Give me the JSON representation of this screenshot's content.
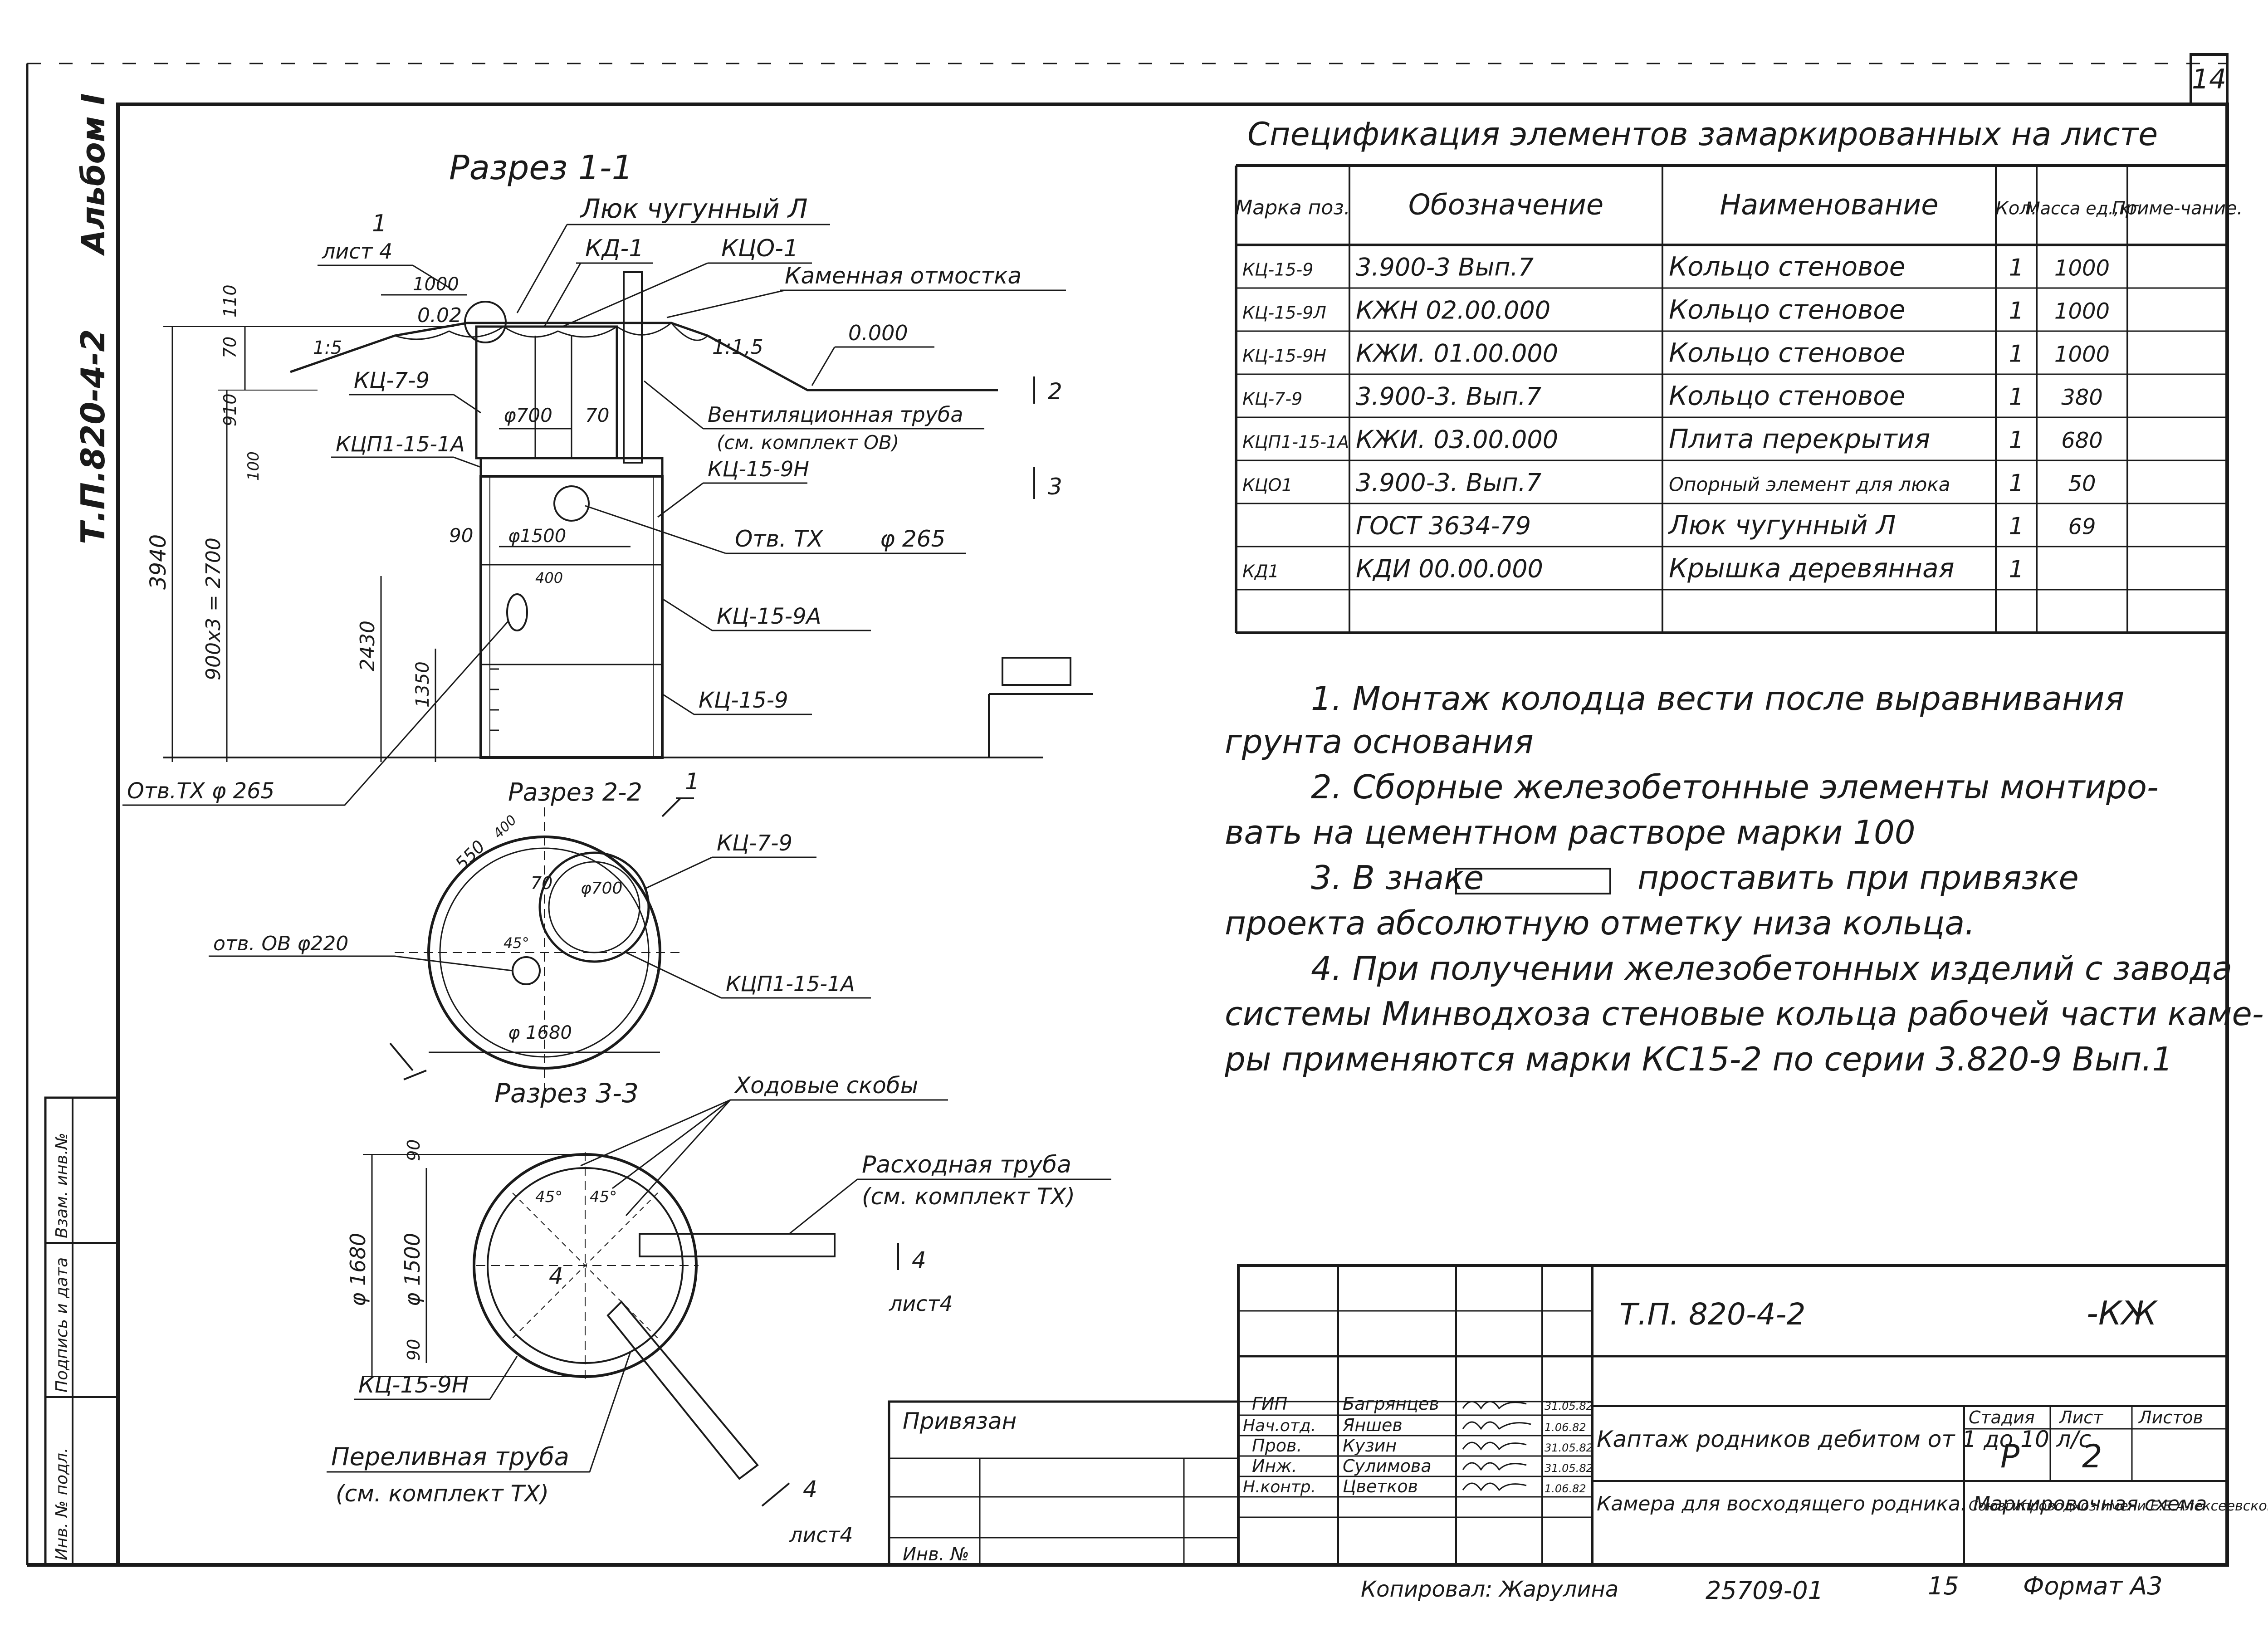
{
  "sheet": {
    "sheet_number": "14",
    "album_label": "Альбом I",
    "project_code_vertical": "Т.П.820-4-2"
  },
  "drawing": {
    "section_1": {
      "title": "Разрез 1-1",
      "labels": {
        "hatch_title": "Люк чугунный Л",
        "kd": "КД-1",
        "kco": "КЦО-1",
        "paving": "Каменная отмостка",
        "sheet_ref": "лист 4",
        "mark_1": "1",
        "dim_1000": "1000",
        "dim_002": "0.02",
        "slope_15": "1:5",
        "slope_1_15": "1:1,5",
        "level_000": "0.000",
        "kc79": "КЦ-7-9",
        "d700": "φ700",
        "dim70": "70",
        "vent_pipe": "Вентиляционная труба",
        "vent_ref": "(см. комплект ОВ)",
        "kcp": "КЦП1-15-1А",
        "kc159h": "КЦ-15-9Н",
        "d1500": "φ1500",
        "dim90": "90",
        "hole_tx": "Отв. ТХ",
        "hole_tx_d": "φ 265",
        "dim400": "400",
        "kc159a": "КЦ-15-9А",
        "kc159": "КЦ-15-9",
        "v110": "110",
        "v70": "70",
        "v910": "910",
        "v100": "100",
        "v3940": "3940",
        "v900x3": "900х3 = 2700",
        "v2430": "2430",
        "v1350": "1350",
        "cut_2": "2",
        "cut_3": "3",
        "bottom_hole": "Отв.ТХ φ 265"
      }
    },
    "section_2": {
      "title": "Разрез 2-2",
      "labels": {
        "mark_1": "1",
        "dim550": "550",
        "dim400": "400",
        "dim70": "70",
        "d700": "φ700",
        "kc79": "КЦ-7-9",
        "hole_ov": "отв. ОВ φ220",
        "angle45": "45°",
        "kcp": "КЦП1-15-1А",
        "d1680": "φ 1680"
      }
    },
    "section_3": {
      "title": "Разрез 3-3",
      "labels": {
        "steps": "Ходовые скобы",
        "flow_pipe": "Расходная труба",
        "flow_ref": "(см. комплект ТХ)",
        "d1680": "φ 1680",
        "d1500": "φ 1500",
        "dim90a": "90",
        "dim90b": "90",
        "angle45a": "45°",
        "angle45b": "45°",
        "cut4a": "4",
        "cut4b": "4",
        "sheet4a": "лист4",
        "cut4c": "4",
        "sheet4b": "лист4",
        "kc159h": "КЦ-15-9Н",
        "overflow_pipe": "Переливная труба",
        "overflow_ref": "(см. комплект ТХ)"
      }
    }
  },
  "spec_table": {
    "title": "Спецификация элементов замаркированных на листе",
    "headers": [
      "Марка поз.",
      "Обозначение",
      "Наименование",
      "Кол.",
      "Масса ед.,кг",
      "Приме-чание."
    ],
    "rows": [
      [
        "КЦ-15-9",
        "3.900-3 Вып.7",
        "Кольцо стеновое",
        "1",
        "1000",
        ""
      ],
      [
        "КЦ-15-9Л",
        "КЖН 02.00.000",
        "Кольцо стеновое",
        "1",
        "1000",
        ""
      ],
      [
        "КЦ-15-9Н",
        "КЖИ. 01.00.000",
        "Кольцо стеновое",
        "1",
        "1000",
        ""
      ],
      [
        "КЦ-7-9",
        "3.900-3. Вып.7",
        "Кольцо стеновое",
        "1",
        "380",
        ""
      ],
      [
        "КЦП1-15-1А",
        "КЖИ. 03.00.000",
        "Плита перекрытия",
        "1",
        "680",
        ""
      ],
      [
        "КЦО1",
        "3.900-3. Вып.7",
        "Опорный элемент для люка",
        "1",
        "50",
        ""
      ],
      [
        "",
        "ГОСТ 3634-79",
        "Люк чугунный Л",
        "1",
        "69",
        ""
      ],
      [
        "КД1",
        "КДИ 00.00.000",
        "Крышка деревянная",
        "1",
        "",
        ""
      ],
      [
        "",
        "",
        "",
        "",
        "",
        ""
      ]
    ]
  },
  "notes": {
    "lines": [
      "1. Монтаж колодца вести после выравнивания",
      "грунта основания",
      "2. Сборные железобетонные элементы монтиро-",
      "вать на цементном растворе марки 100",
      "3. В знаке",
      "проставить при привязке",
      "проекта абсолютную отметку низа кольца.",
      "4. При получении железобетонных изделий с завода",
      "системы Минводхоза стеновые кольца рабочей части каме-",
      "ры применяются марки КС15-2 по серии 3.820-9 Вып.1"
    ]
  },
  "side_stamp": {
    "cells": [
      "Взам. инв.№",
      "Подпись и дата",
      "Инв. № подл."
    ]
  },
  "title_block": {
    "code": "Т.П. 820-4-2",
    "suffix": "-КЖ",
    "title_main": "Каптаж родников дебитом от 1 до 10 л/с",
    "title_sub": "Камера для восходящего родника. Маркировочная схема",
    "stage_header": "Стадия",
    "sheet_header": "Лист",
    "sheets_header": "Листов",
    "stage": "Р",
    "sheet": "2",
    "org": "Союзгипроводхоз имени Е.Е.Алексеевского г.Москва",
    "privyazan": "Привязан",
    "inv_no": "Инв. №",
    "roles": [
      {
        "role": "ГИП",
        "name": "Багрянцев",
        "date": "31.05.82"
      },
      {
        "role": "Нач.отд.",
        "name": "Яншев",
        "date": "1.06.82"
      },
      {
        "role": "Пров.",
        "name": "Кузин",
        "date": "31.05.82"
      },
      {
        "role": "Инж.",
        "name": "Сулимова",
        "date": "31.05.82"
      },
      {
        "role": "Н.контр.",
        "name": "Цветков",
        "date": "1.06.82"
      }
    ]
  },
  "footer": {
    "copied": "Копировал: Жарулина",
    "doc_no": "25709-01",
    "page": "15",
    "format": "Формат А3"
  }
}
